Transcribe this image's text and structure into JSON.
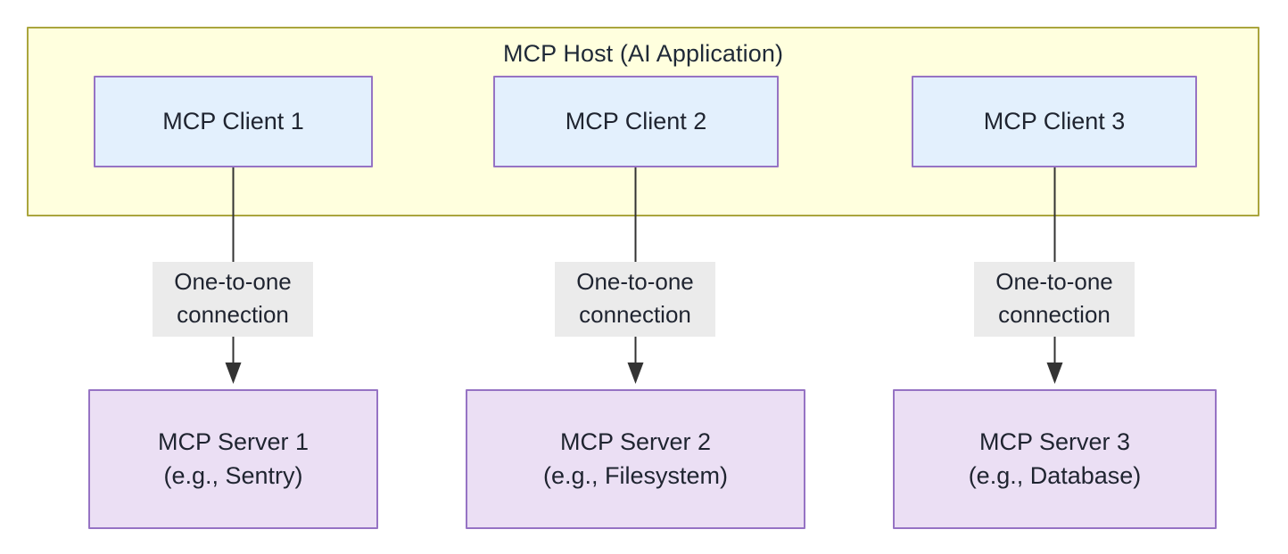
{
  "diagram": {
    "title": "MCP Host (AI Application)",
    "host": {
      "label": "MCP Host (AI Application)",
      "fill_color": "#ffffde",
      "border_color": "#aaa53d"
    },
    "clients": [
      {
        "id": "client-1",
        "label": "MCP Client 1"
      },
      {
        "id": "client-2",
        "label": "MCP Client 2"
      },
      {
        "id": "client-3",
        "label": "MCP Client 3"
      }
    ],
    "servers": [
      {
        "id": "server-1",
        "label": "MCP Server 1\n(e.g., Sentry)"
      },
      {
        "id": "server-2",
        "label": "MCP Server 2\n(e.g., Filesystem)"
      },
      {
        "id": "server-3",
        "label": "MCP Server 3\n(e.g., Database)"
      }
    ],
    "edges": [
      {
        "id": "edge-1",
        "from": "client-1",
        "to": "server-1",
        "label": "One-to-one\nconnection"
      },
      {
        "id": "edge-2",
        "from": "client-2",
        "to": "server-2",
        "label": "One-to-one\nconnection"
      },
      {
        "id": "edge-3",
        "from": "client-3",
        "to": "server-3",
        "label": "One-to-one\nconnection"
      }
    ],
    "colors": {
      "client_fill": "#e3f0fd",
      "server_fill": "#ebdff4",
      "node_border": "#9673c4",
      "edge_stroke": "#333333",
      "edge_label_bg": "#ebebeb",
      "text": "#1f2430"
    }
  }
}
